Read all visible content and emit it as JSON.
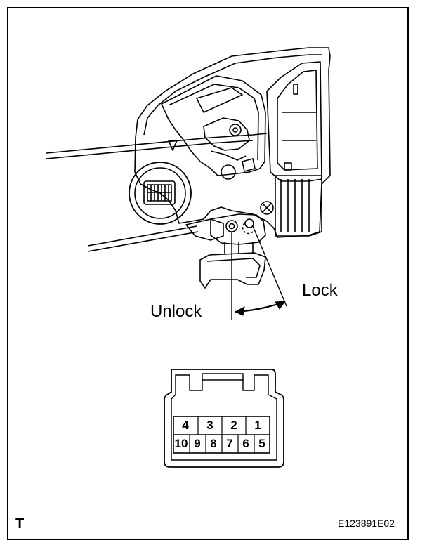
{
  "labels": {
    "lock": "Lock",
    "unlock": "Unlock"
  },
  "connector": {
    "top_row": [
      "4",
      "3",
      "2",
      "1"
    ],
    "bottom_row": [
      "10",
      "9",
      "8",
      "7",
      "6",
      "5"
    ]
  },
  "footer": {
    "corner_letter": "T",
    "figure_code": "E123891E02"
  }
}
